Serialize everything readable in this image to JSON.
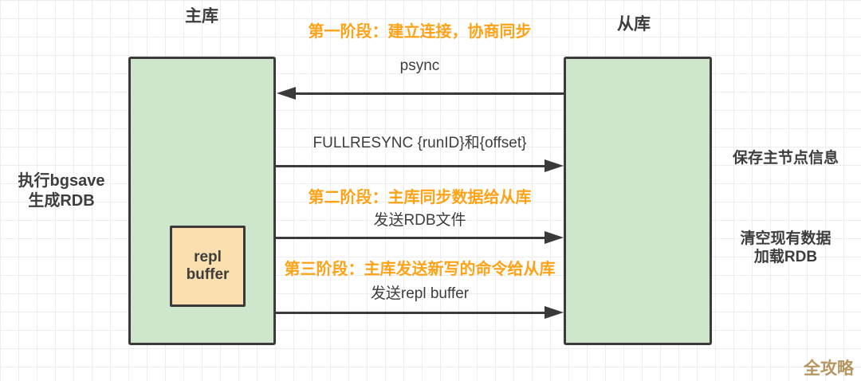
{
  "diagram": {
    "master": {
      "title": "主库"
    },
    "slave": {
      "title": "从库"
    },
    "repl_buffer": {
      "label": "repl buffer"
    },
    "phases": [
      {
        "label": "第一阶段：建立连接，协商同步"
      },
      {
        "label": "第二阶段：主库同步数据给从库"
      },
      {
        "label": "第三阶段：主库发送新写的命令给从库"
      }
    ],
    "messages": [
      {
        "label": "psync",
        "direction": "slave-to-master"
      },
      {
        "label": "FULLRESYNC {runID}和{offset}",
        "direction": "master-to-slave"
      },
      {
        "label": "发送RDB文件",
        "direction": "master-to-slave"
      },
      {
        "label": "发送repl buffer",
        "direction": "master-to-slave"
      }
    ],
    "master_note": "执行bgsave\n生成RDB",
    "slave_notes": [
      "保存主节点信息",
      "清空现有数据\n加载RDB"
    ],
    "watermark": "全攻略",
    "colors": {
      "node_fill": "#cde6cc",
      "buffer_fill": "#fcdfae",
      "line": "#3a3a3a",
      "phase_text": "#ffa216",
      "text": "#3d3d3d",
      "watermark": "#b6955e"
    }
  }
}
